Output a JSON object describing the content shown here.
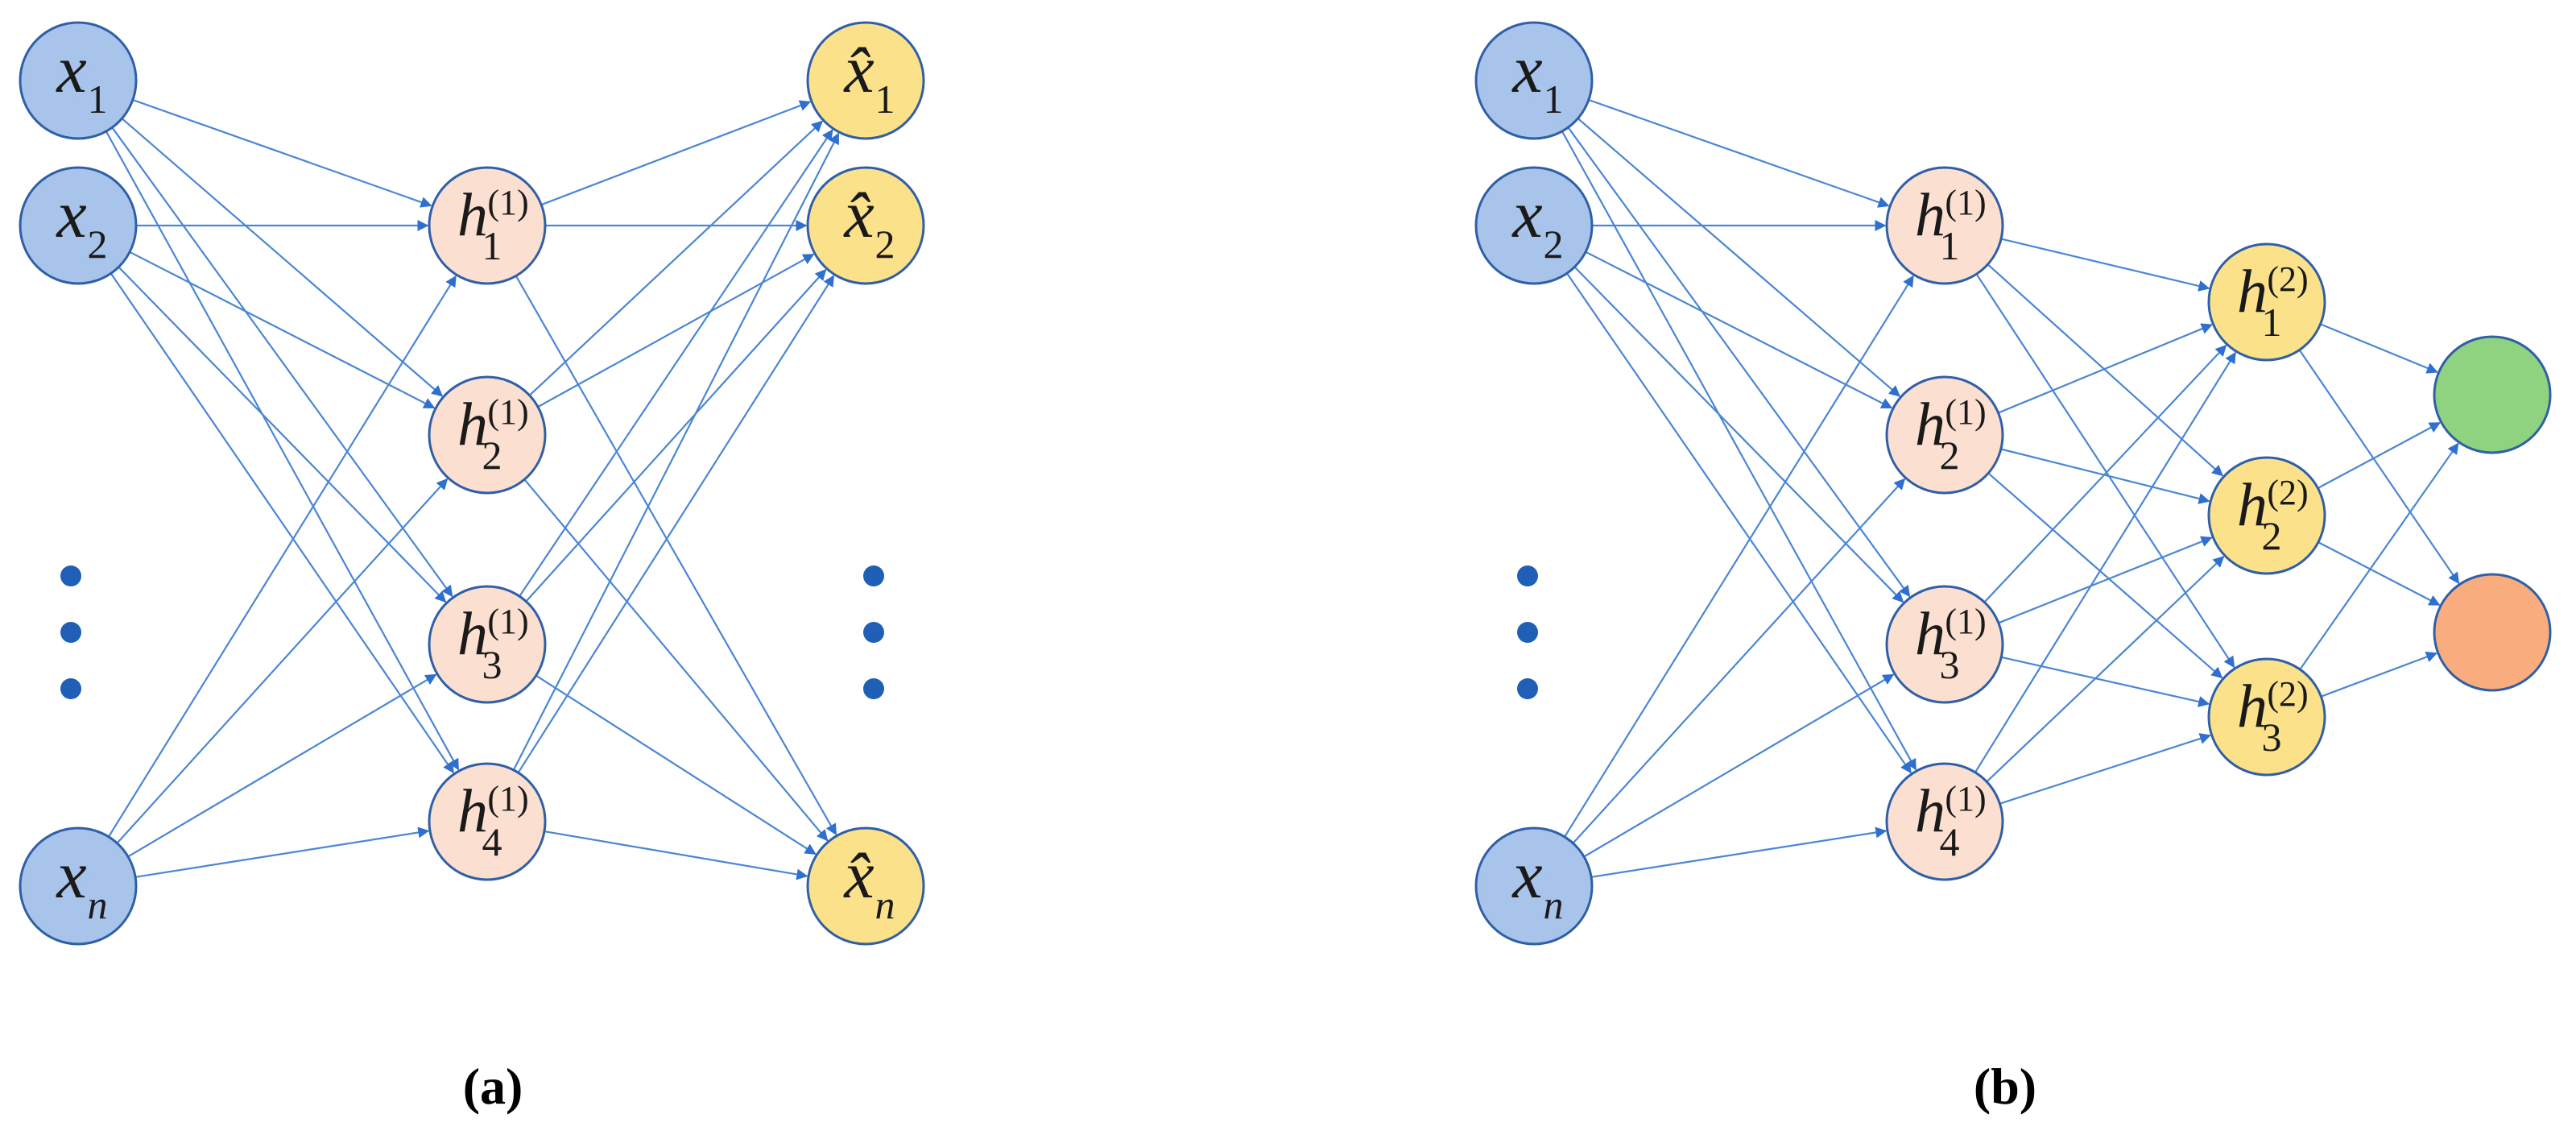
{
  "colors": {
    "edge": "#4a86d4",
    "input_fill": "#a9c4ea",
    "input_stroke": "#2f5fa7",
    "hidden1_fill": "#fbe0d2",
    "hidden1_stroke": "#2f5fa7",
    "yellow_fill": "#fbe18a",
    "yellow_stroke": "#2f5fa7",
    "green_fill": "#8fd27f",
    "orange_fill": "#f9ad7e",
    "dots": "#1f5fb5"
  },
  "panels": [
    {
      "caption": "(a)",
      "inputs": [
        {
          "base": "x",
          "sub": "1"
        },
        {
          "base": "x",
          "sub": "2"
        },
        {
          "base": "x",
          "sub": "n"
        }
      ],
      "hidden1": [
        {
          "base": "h",
          "sub": "1",
          "sup": "(1)"
        },
        {
          "base": "h",
          "sub": "2",
          "sup": "(1)"
        },
        {
          "base": "h",
          "sub": "3",
          "sup": "(1)"
        },
        {
          "base": "h",
          "sub": "4",
          "sup": "(1)"
        }
      ],
      "outputs": [
        {
          "base": "x̂",
          "sub": "1"
        },
        {
          "base": "x̂",
          "sub": "2"
        },
        {
          "base": "x̂",
          "sub": "n"
        }
      ]
    },
    {
      "caption": "(b)",
      "inputs": [
        {
          "base": "x",
          "sub": "1"
        },
        {
          "base": "x",
          "sub": "2"
        },
        {
          "base": "x",
          "sub": "n"
        }
      ],
      "hidden1": [
        {
          "base": "h",
          "sub": "1",
          "sup": "(1)"
        },
        {
          "base": "h",
          "sub": "2",
          "sup": "(1)"
        },
        {
          "base": "h",
          "sub": "3",
          "sup": "(1)"
        },
        {
          "base": "h",
          "sub": "4",
          "sup": "(1)"
        }
      ],
      "hidden2": [
        {
          "base": "h",
          "sub": "1",
          "sup": "(2)"
        },
        {
          "base": "h",
          "sub": "2",
          "sup": "(2)"
        },
        {
          "base": "h",
          "sub": "3",
          "sup": "(2)"
        }
      ],
      "classes": [
        {
          "color": "green"
        },
        {
          "color": "orange"
        }
      ]
    }
  ]
}
